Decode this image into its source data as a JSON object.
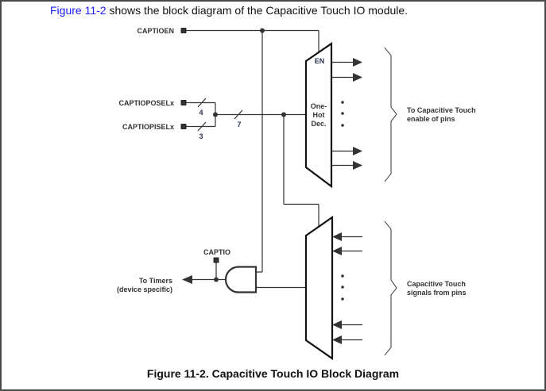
{
  "intro": {
    "xref": "Figure 11-2",
    "text": " shows the block diagram of the Capacitive Touch IO module."
  },
  "diagram": {
    "signals": {
      "captioen": "CAPTIOEN",
      "captioposel": "CAPTIOPOSELx",
      "captiopisel": "CAPTIOPISELx",
      "captio": "CAPTIO"
    },
    "bus_widths": {
      "poselx": "4",
      "piselx": "3",
      "combined": "7"
    },
    "decoder": {
      "enable_label": "EN",
      "label_lines": [
        "One-",
        "Hot",
        "Dec."
      ]
    },
    "outputs_label": [
      "To Capacitive Touch",
      "enable of pins"
    ],
    "inputs_label": [
      "Capacitive Touch",
      "signals from pins"
    ],
    "timers_label": [
      "To Timers",
      "(device specific)"
    ],
    "colors": {
      "line": "#333333",
      "xref": "#1a1aff"
    }
  },
  "caption": "Figure 11-2. Capacitive Touch IO Block Diagram"
}
